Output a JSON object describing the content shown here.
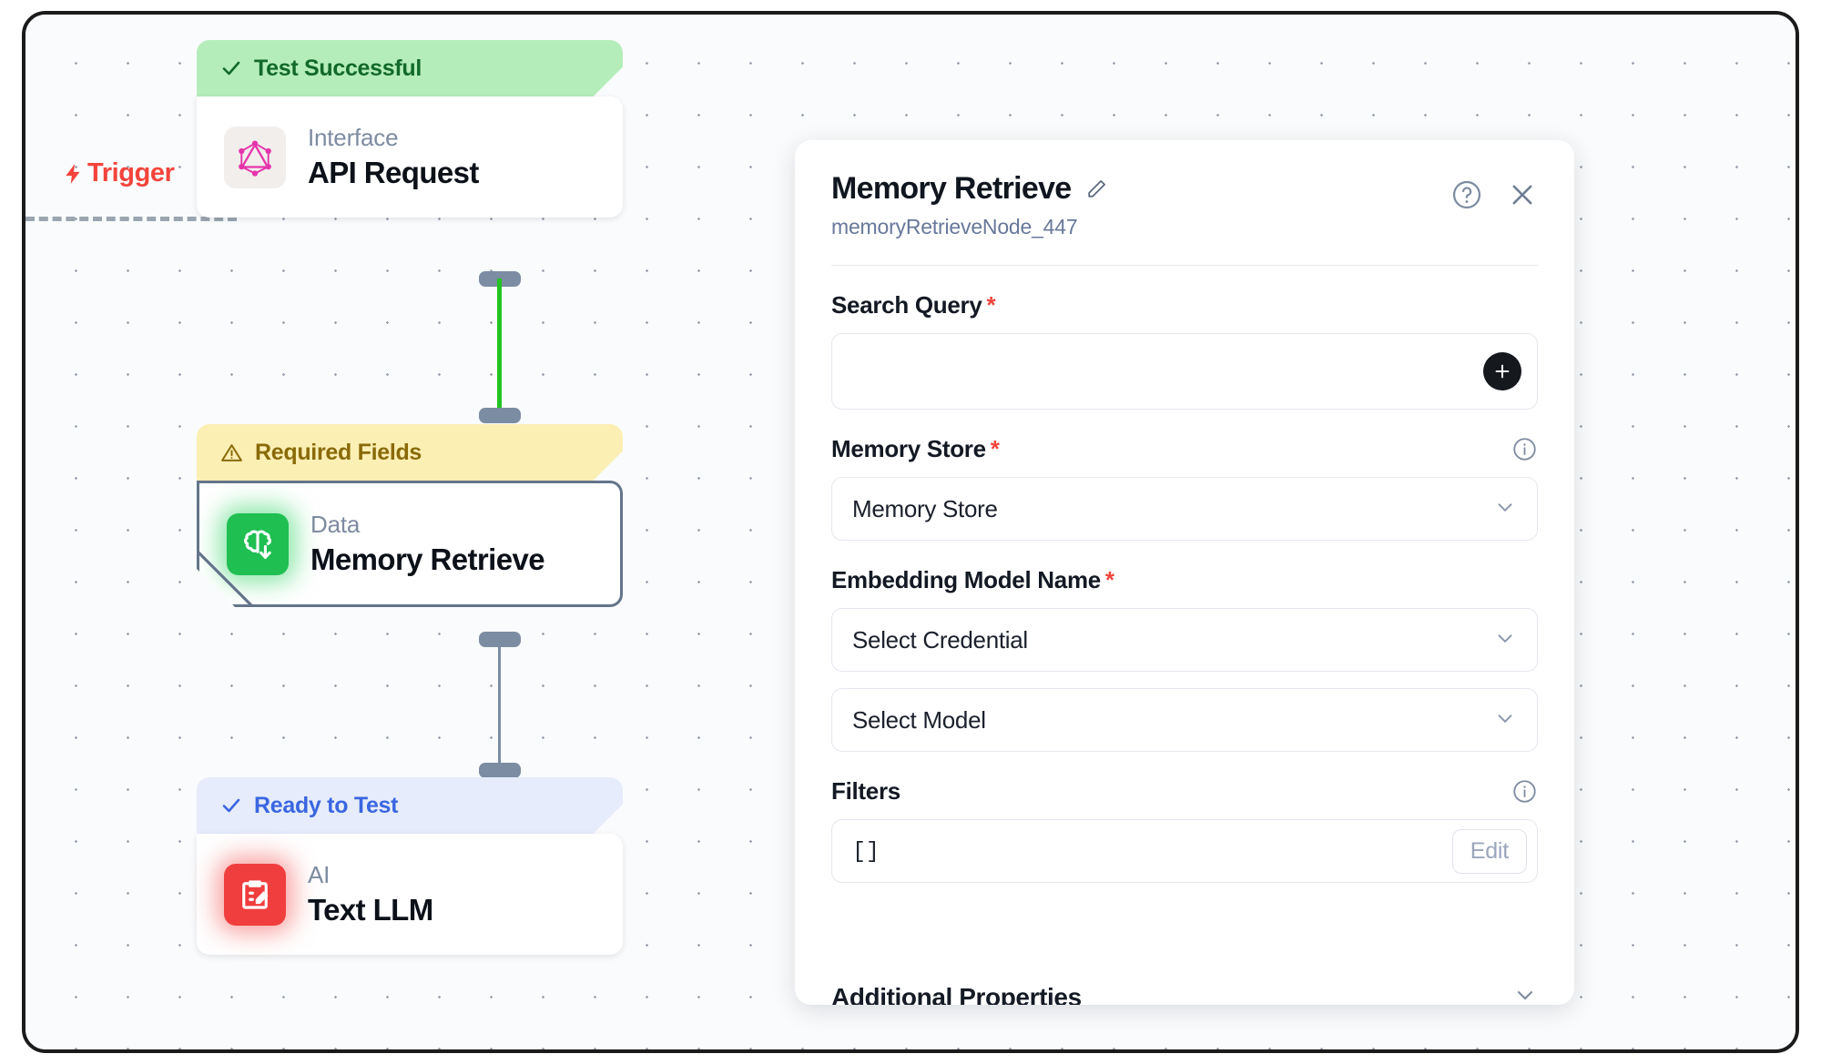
{
  "canvas": {
    "trigger": {
      "label": "Trigger",
      "icon": "lightning-bolt-icon",
      "color": "#f4443c"
    }
  },
  "nodes": [
    {
      "status_label": "Test Successful",
      "status_icon": "check-icon",
      "status_type": "success",
      "kind": "Interface",
      "title": "API Request",
      "icon": "graphql-icon",
      "selected": false
    },
    {
      "status_label": "Required Fields",
      "status_icon": "warning-triangle-icon",
      "status_type": "warning",
      "kind": "Data",
      "title": "Memory Retrieve",
      "icon": "brain-download-icon",
      "selected": true
    },
    {
      "status_label": "Ready to Test",
      "status_icon": "check-icon",
      "status_type": "ready",
      "kind": "AI",
      "title": "Text LLM",
      "icon": "clipboard-edit-icon",
      "selected": false
    }
  ],
  "panel": {
    "title": "Memory Retrieve",
    "edit_icon": "pencil-icon",
    "subtitle": "memoryRetrieveNode_447",
    "help_icon": "help-circle-icon",
    "close_icon": "close-icon",
    "fields": {
      "search_query": {
        "label": "Search Query",
        "required_mark": "*",
        "value": "",
        "placeholder": "",
        "add_icon": "plus-icon"
      },
      "memory_store": {
        "label": "Memory Store",
        "required_mark": "*",
        "info_icon": "info-circle-icon",
        "value": "Memory Store",
        "chevron_icon": "chevron-down-icon"
      },
      "embedding_model_name": {
        "label": "Embedding Model Name",
        "required_mark": "*",
        "credential_value": "Select Credential",
        "model_value": "Select Model",
        "chevron_icon": "chevron-down-icon"
      },
      "filters": {
        "label": "Filters",
        "info_icon": "info-circle-icon",
        "value": "[]",
        "edit_label": "Edit"
      },
      "additional_properties": {
        "label": "Additional Properties",
        "chevron_icon": "chevron-down-icon"
      }
    }
  },
  "colors": {
    "success_bg": "#b5edba",
    "success_fg": "#11692a",
    "warning_bg": "#fbefb4",
    "warning_fg": "#8a6a08",
    "ready_bg": "#e6ecfb",
    "ready_fg": "#3a66e0",
    "trigger": "#f4443c",
    "connector_active": "#22c322",
    "connector_idle": "#7b8ca3",
    "required": "#f0453c"
  }
}
